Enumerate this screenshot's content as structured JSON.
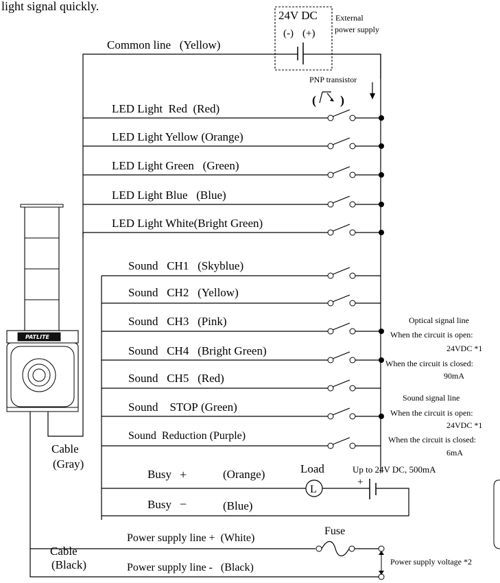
{
  "header_text": "light signal quickly.",
  "power_box": {
    "voltage": "24V DC",
    "minus": "(-)",
    "plus": "(+)",
    "label_line1": "External",
    "label_line2": "power supply"
  },
  "common_line": "Common line   (Yellow)",
  "pnp_label": "PNP transistor",
  "led_lines": [
    {
      "label": "LED Light  Red  (Red)"
    },
    {
      "label": "LED Light Yellow (Orange)"
    },
    {
      "label": "LED Light Green   (Green)"
    },
    {
      "label": "LED Light Blue   (Blue)"
    },
    {
      "label": "LED Light White(Bright Green)"
    }
  ],
  "sound_lines": [
    {
      "label": "Sound   CH1   (Skyblue)"
    },
    {
      "label": "Sound   CH2   (Yellow)"
    },
    {
      "label": "Sound   CH3   (Pink)"
    },
    {
      "label": "Sound   CH4   (Bright Green)"
    },
    {
      "label": "Sound   CH5   (Red)"
    },
    {
      "label": "Sound    STOP (Green)"
    },
    {
      "label": "Sound  Reduction (Purple)"
    }
  ],
  "optical_note": {
    "title": "Optical signal line",
    "open_label": "When the circuit is open:",
    "open_value": "24VDC *1",
    "closed_label": "When the circuit is closed:",
    "closed_value": "90mA"
  },
  "sound_note": {
    "title": "Sound signal line",
    "open_label": "When the circuit is open:",
    "open_value": "24VDC *1",
    "closed_label": "When the circuit is closed:",
    "closed_value": "6mA"
  },
  "cable_gray": {
    "line1": "Cable",
    "line2": "(Gray)"
  },
  "cable_black": {
    "line1": "Cable",
    "line2": "(Black)"
  },
  "busy_plus": {
    "label": "Busy",
    "sign": "+",
    "color": "(Orange)"
  },
  "busy_minus": {
    "label": "Busy",
    "sign": "−",
    "color": "(Blue)"
  },
  "load_label": "Load",
  "load_symbol": "L",
  "busy_supply": "Up to 24V DC, 500mA",
  "busy_supply_plus": "+",
  "power_plus": "Power supply line +  (White)",
  "power_minus": "Power supply line -   (Black)",
  "fuse_label": "Fuse",
  "power_voltage": "Power supply voltage *2",
  "device_logo": "PATLITE"
}
